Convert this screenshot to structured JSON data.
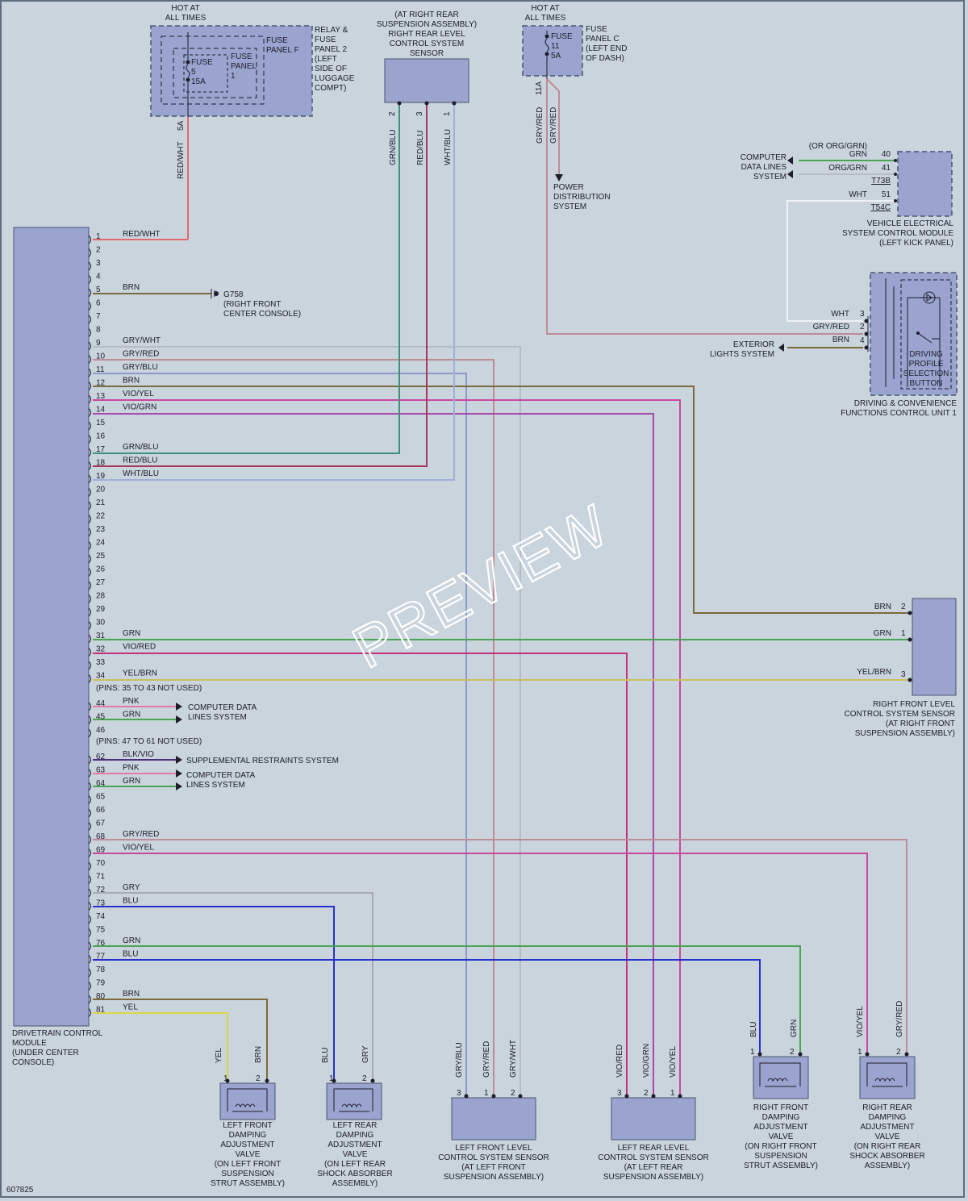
{
  "hot_left": [
    "HOT AT",
    "ALL TIMES"
  ],
  "hot_right": [
    "HOT AT",
    "ALL TIMES"
  ],
  "relay_panel": [
    "RELAY &",
    "FUSE",
    "PANEL 2",
    "(LEFT",
    "SIDE OF",
    "LUGGAGE",
    "COMPT)"
  ],
  "fuse_panel_f": [
    "FUSE",
    "PANEL F"
  ],
  "fuse_panel_1": [
    "FUSE",
    "PANEL",
    "1"
  ],
  "fuse_5": [
    "FUSE",
    "5",
    "15A"
  ],
  "fuse_c": [
    "FUSE",
    "11",
    "5A"
  ],
  "fuse_panel_c": [
    "FUSE",
    "PANEL C",
    "(LEFT END",
    "OF DASH)"
  ],
  "rr_sensor": [
    "(AT RIGHT REAR",
    "SUSPENSION ASSEMBLY)",
    "RIGHT REAR LEVEL",
    "CONTROL SYSTEM",
    "SENSOR"
  ],
  "rr_sensor_pins": [
    "2",
    "3",
    "1"
  ],
  "rr_sensor_wires": [
    "GRN/BLU",
    "RED/BLU",
    "WHT/BLU"
  ],
  "feed_5a": "5A",
  "feed_5a_wire": "RED/WHT",
  "feed_11a": "11A",
  "feed_11a_wires": [
    "GRY/RED",
    "GRY/RED"
  ],
  "power_dist": [
    "POWER",
    "DISTRIBUTION",
    "SYSTEM"
  ],
  "computer_data_top": [
    "COMPUTER",
    "DATA LINES",
    "SYSTEM"
  ],
  "vescm_wires": [
    "(OR ORG/GRN)",
    "GRN",
    "ORG/GRN",
    "WHT"
  ],
  "vescm_pins": [
    "40",
    "41",
    "51"
  ],
  "vescm_connectors": [
    "T73B",
    "T54C"
  ],
  "vescm": [
    "VEHICLE ELECTRICAL",
    "SYSTEM CONTROL MODULE",
    "(LEFT KICK PANEL)"
  ],
  "exterior_lights": [
    "EXTERIOR",
    "LIGHTS SYSTEM"
  ],
  "dcfcu_wires": [
    "WHT",
    "GRY/RED",
    "BRN"
  ],
  "dcfcu_pins": [
    "3",
    "2",
    "4"
  ],
  "dps_button": [
    "DRIVING",
    "PROFILE",
    "SELECTION",
    "BUTTON"
  ],
  "dcfcu": [
    "DRIVING & CONVENIENCE",
    "FUNCTIONS CONTROL UNIT 1"
  ],
  "g758": "G758",
  "g758_loc": [
    "(RIGHT FRONT",
    "CENTER CONSOLE)"
  ],
  "dcm_pins": [
    "1",
    "2",
    "3",
    "4",
    "5",
    "6",
    "7",
    "8",
    "9",
    "10",
    "11",
    "12",
    "13",
    "14",
    "15",
    "16",
    "17",
    "18",
    "19",
    "20",
    "21",
    "22",
    "23",
    "24",
    "25",
    "26",
    "27",
    "28",
    "29",
    "30",
    "31",
    "32",
    "33",
    "34",
    "44",
    "45",
    "46",
    "62",
    "63",
    "64",
    "65",
    "66",
    "67",
    "68",
    "69",
    "70",
    "71",
    "72",
    "73",
    "74",
    "75",
    "76",
    "77",
    "78",
    "79",
    "80",
    "81"
  ],
  "dcm_wire_labels": {
    "1": "RED/WHT",
    "5": "BRN",
    "9": "GRY/WHT",
    "10": "GRY/RED",
    "11": "GRY/BLU",
    "12": "BRN",
    "13": "VIO/YEL",
    "14": "VIO/GRN",
    "17": "GRN/BLU",
    "18": "RED/BLU",
    "19": "WHT/BLU",
    "31": "GRN",
    "32": "VIO/RED",
    "34": "YEL/BRN",
    "44": "PNK",
    "45": "GRN",
    "62": "BLK/VIO",
    "63": "PNK",
    "64": "GRN",
    "68": "GRY/RED",
    "69": "VIO/YEL",
    "72": "GRY",
    "73": "BLU",
    "76": "GRN",
    "77": "BLU",
    "80": "BRN",
    "81": "YEL"
  },
  "pins_unused_1": "(PINS: 35 TO 43 NOT USED)",
  "pins_unused_2": "(PINS: 47 TO 61 NOT USED)",
  "computer_data_mid1": [
    "COMPUTER DATA",
    "LINES SYSTEM"
  ],
  "srs": "SUPPLEMENTAL RESTRAINTS SYSTEM",
  "computer_data_mid2": [
    "COMPUTER DATA",
    "LINES SYSTEM"
  ],
  "dcm": [
    "DRIVETRAIN CONTROL",
    "MODULE",
    "(UNDER CENTER",
    "CONSOLE)"
  ],
  "rf_sensor_wires": [
    "BRN",
    "GRN",
    "YEL/BRN"
  ],
  "rf_sensor_pins": [
    "2",
    "1",
    "3"
  ],
  "rf_sensor": [
    "RIGHT FRONT LEVEL",
    "CONTROL SYSTEM SENSOR",
    "(AT RIGHT FRONT",
    "SUSPENSION ASSEMBLY)"
  ],
  "lf_valve_wires": [
    "YEL",
    "BRN"
  ],
  "lf_valve_pins": [
    "1",
    "2"
  ],
  "lf_valve": [
    "LEFT FRONT",
    "DAMPING",
    "ADJUSTMENT",
    "VALVE",
    "(ON LEFT FRONT",
    "SUSPENSION",
    "STRUT ASSEMBLY)"
  ],
  "lr_valve_wires": [
    "BLU",
    "GRY"
  ],
  "lr_valve_pins": [
    "1",
    "2"
  ],
  "lr_valve": [
    "LEFT REAR",
    "DAMPING",
    "ADJUSTMENT",
    "VALVE",
    "(ON LEFT REAR",
    "SHOCK ABSORBER",
    "ASSEMBLY)"
  ],
  "lf_sensor_wires": [
    "GRY/BLU",
    "GRY/RED",
    "GRY/WHT"
  ],
  "lf_sensor_pins": [
    "3",
    "1",
    "2"
  ],
  "lf_sensor": [
    "LEFT FRONT LEVEL",
    "CONTROL SYSTEM SENSOR",
    "(AT LEFT FRONT",
    "SUSPENSION ASSEMBLY)"
  ],
  "lr_sensor_wires": [
    "VIO/RED",
    "VIO/GRN",
    "VIO/YEL"
  ],
  "lr_sensor_pins": [
    "3",
    "2",
    "1"
  ],
  "lr_sensor": [
    "LEFT REAR LEVEL",
    "CONTROL SYSTEM SENSOR",
    "(AT LEFT REAR",
    "SUSPENSION ASSEMBLY)"
  ],
  "rfv_wires": [
    "BLU",
    "GRN"
  ],
  "rfv_pins": [
    "1",
    "2"
  ],
  "rf_valve": [
    "RIGHT FRONT",
    "DAMPING",
    "ADJUSTMENT",
    "VALVE",
    "(ON RIGHT FRONT",
    "SUSPENSION",
    "STRUT ASSEMBLY)"
  ],
  "rrv_wires": [
    "VIO/YEL",
    "GRY/RED"
  ],
  "rrv_pins": [
    "1",
    "2"
  ],
  "rr_valve": [
    "RIGHT REAR",
    "DAMPING",
    "ADJUSTMENT",
    "VALVE",
    "(ON RIGHT REAR",
    "SHOCK ABSORBER",
    "ASSEMBLY)"
  ],
  "diagram_id": "607825",
  "watermark": "PREVIEW",
  "colors": {
    "background": "#c9d4dd",
    "component": "#9aa4cf",
    "red_wht": "#e06a72",
    "red_blu": "#a43a5e",
    "brn": "#7a6a3c",
    "gry_wht": "#b7bcc2",
    "gry_red": "#bf8b97",
    "gry_blu": "#8c99c7",
    "vio_yel": "#c9489e",
    "vio_grn": "#a44bab",
    "vio_red": "#c2327b",
    "grn": "#4ba354",
    "grn_blu": "#3f8f7a",
    "wht_blu": "#9fb0d8",
    "yel": "#dcd645",
    "yel_brn": "#c8bf60",
    "blu": "#2930c9",
    "gry": "#a7abb0",
    "pnk": "#e47aa2",
    "blk_vio": "#4b2f7e",
    "wht": "#eef1f5"
  }
}
